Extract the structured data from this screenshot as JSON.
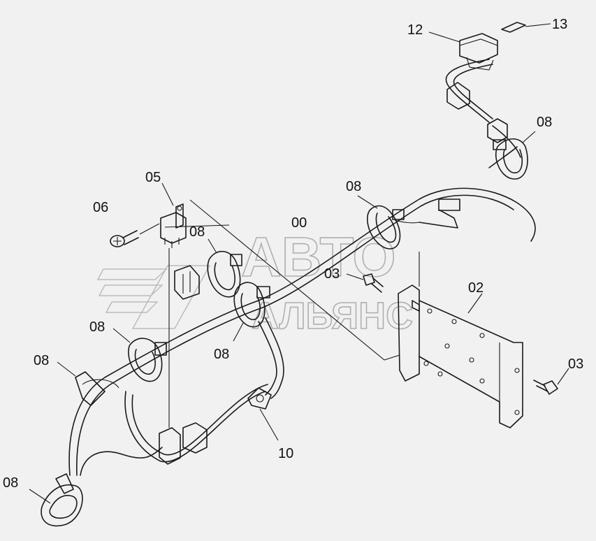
{
  "watermark": {
    "line1": "АВТО",
    "line2": "АЛЬЯНС"
  },
  "callouts": {
    "c00": "00",
    "c02": "02",
    "c03a": "03",
    "c03b": "03",
    "c05": "05",
    "c06": "06",
    "c08a": "08",
    "c08b": "08",
    "c08c": "08",
    "c08d": "08",
    "c08e": "08",
    "c08f": "08",
    "c08g": "08",
    "c10": "10",
    "c12": "12",
    "c13": "13"
  },
  "colors": {
    "background": "#f1f1f1",
    "ink": "#1a1a1a",
    "watermark": "#9a9a9a"
  }
}
